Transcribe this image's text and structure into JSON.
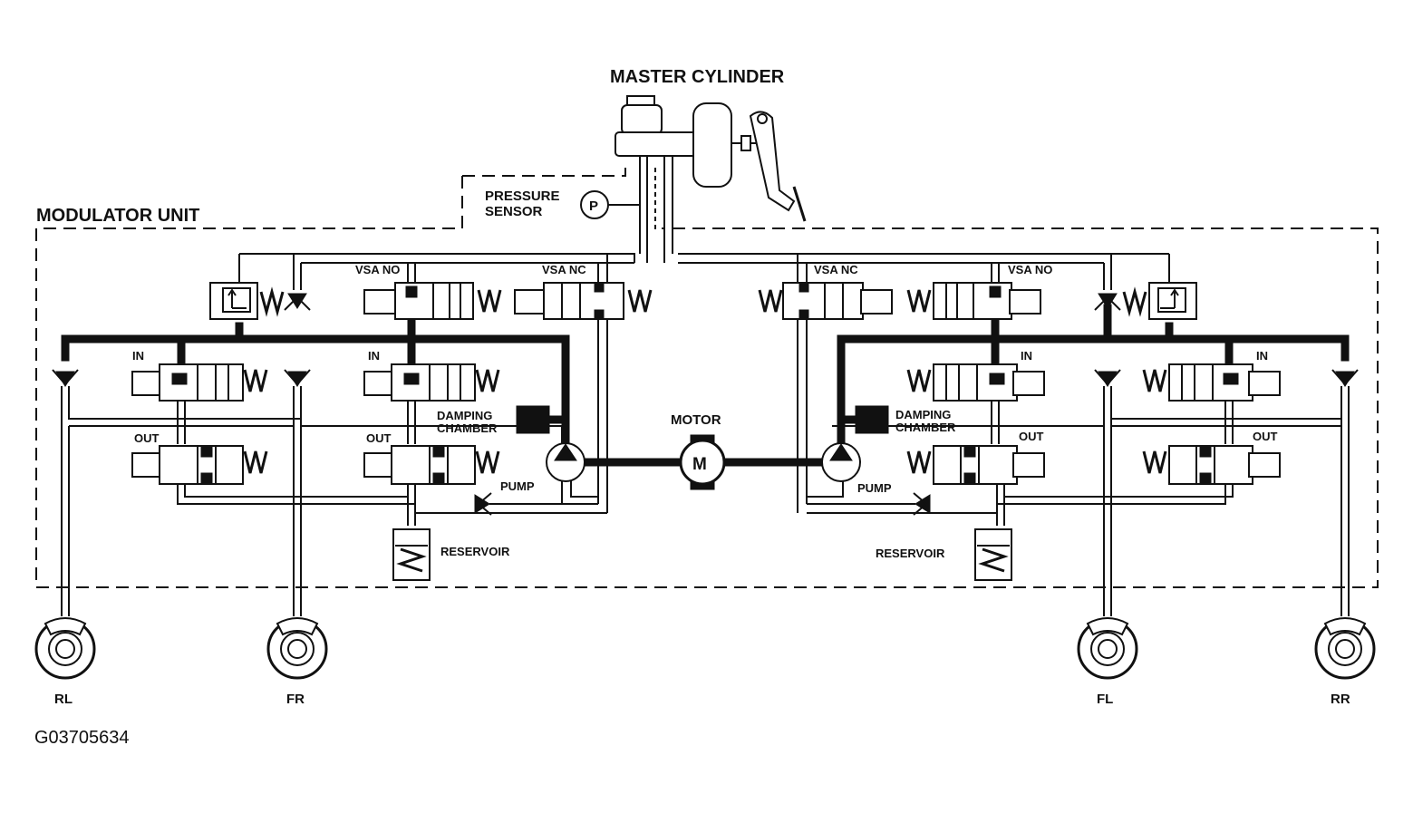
{
  "labels": {
    "master_cylinder": "MASTER CYLINDER",
    "modulator_unit": "MODULATOR UNIT",
    "pressure_sensor_line1": "PRESSURE",
    "pressure_sensor_line2": "SENSOR",
    "pressure_symbol": "P",
    "motor": "MOTOR",
    "motor_symbol": "M",
    "damping_chamber_line1": "DAMPING",
    "damping_chamber_line2": "CHAMBER",
    "pump": "PUMP",
    "reservoir": "RESERVOIR",
    "vsa_no": "VSA NO",
    "vsa_nc": "VSA NC",
    "valve_in": "IN",
    "valve_out": "OUT"
  },
  "wheels": {
    "rl": "RL",
    "fr": "FR",
    "fl": "FL",
    "rr": "RR"
  },
  "figure_code": "G03705634"
}
